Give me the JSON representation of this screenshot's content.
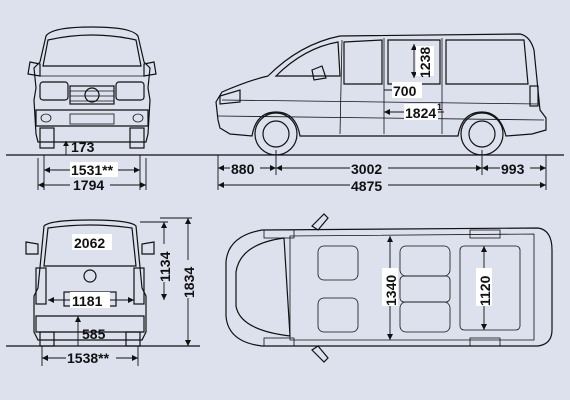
{
  "labels": {
    "front_ground_clearance": "173",
    "front_track": "1531**",
    "front_width": "1794",
    "side_front_overhang": "880",
    "side_wheelbase": "3002",
    "side_rear_overhang": "993",
    "side_length": "4875",
    "side_door_height": "1238",
    "side_door_width": "700",
    "side_cargo_length": "1824",
    "side_cargo_length_sup": "1",
    "rear_roof_width": "2062",
    "rear_opening_width": "1181",
    "rear_opening_height": "1134",
    "rear_total_height": "1834",
    "rear_load_height": "585",
    "rear_track": "1538**",
    "top_interior_width": "1340",
    "top_wheelhouse_width": "1120"
  },
  "colors": {
    "background": "#dde1ee",
    "line": "#111111"
  }
}
